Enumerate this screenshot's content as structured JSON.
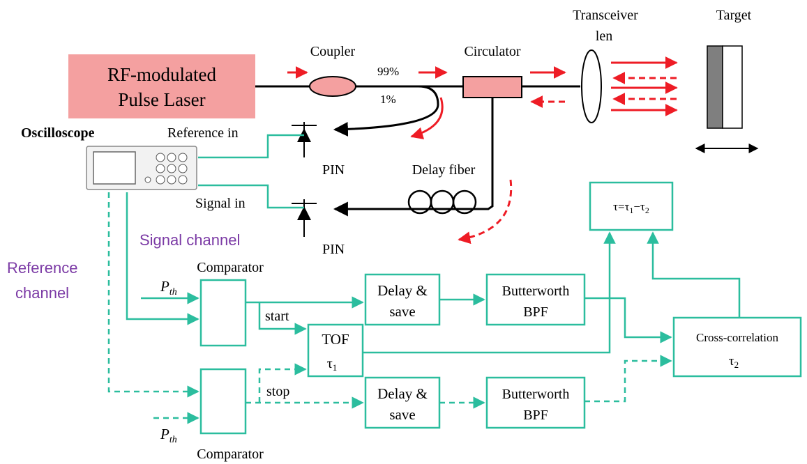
{
  "labels": {
    "laser_line1": "RF-modulated",
    "laser_line2": "Pulse Laser",
    "coupler": "Coupler",
    "pct99": "99%",
    "pct1": "1%",
    "circulator": "Circulator",
    "transceiver_line1": "Transceiver",
    "transceiver_line2": "len",
    "target": "Target",
    "oscilloscope": "Oscilloscope",
    "reference_in": "Reference in",
    "signal_in": "Signal in",
    "pin_top": "PIN",
    "pin_bottom": "PIN",
    "delay_fiber": "Delay fiber",
    "signal_channel": "Signal channel",
    "reference_channel_line1": "Reference",
    "reference_channel_line2": "channel",
    "comparator_top": "Comparator",
    "comparator_bottom": "Comparator",
    "pth_top": "P",
    "pth_top_sub": "th",
    "pth_bottom": "P",
    "pth_bottom_sub": "th",
    "start": "start",
    "stop": "stop",
    "tof_line1": "TOF",
    "tof_line2": "τ",
    "tof_line2_sub": "1",
    "delay_save_top_line1": "Delay &",
    "delay_save_top_line2": "save",
    "delay_save_bottom_line1": "Delay &",
    "delay_save_bottom_line2": "save",
    "bpf_top_line1": "Butterworth",
    "bpf_top_line2": "BPF",
    "bpf_bottom_line1": "Butterworth",
    "bpf_bottom_line2": "BPF",
    "cross_corr_line1": "Cross-correlation",
    "cross_corr_line2": "τ",
    "cross_corr_line2_sub": "2",
    "tau_formula": "τ=τ",
    "tau_formula_sub1": "1",
    "tau_formula_mid": "−τ",
    "tau_formula_sub2": "2"
  },
  "colors": {
    "teal": "#2bbd9e",
    "red_arrow": "#ee1c25",
    "laser_fill": "#f4a0a0",
    "channel_label": "#7b3aa5",
    "black": "#000000"
  }
}
